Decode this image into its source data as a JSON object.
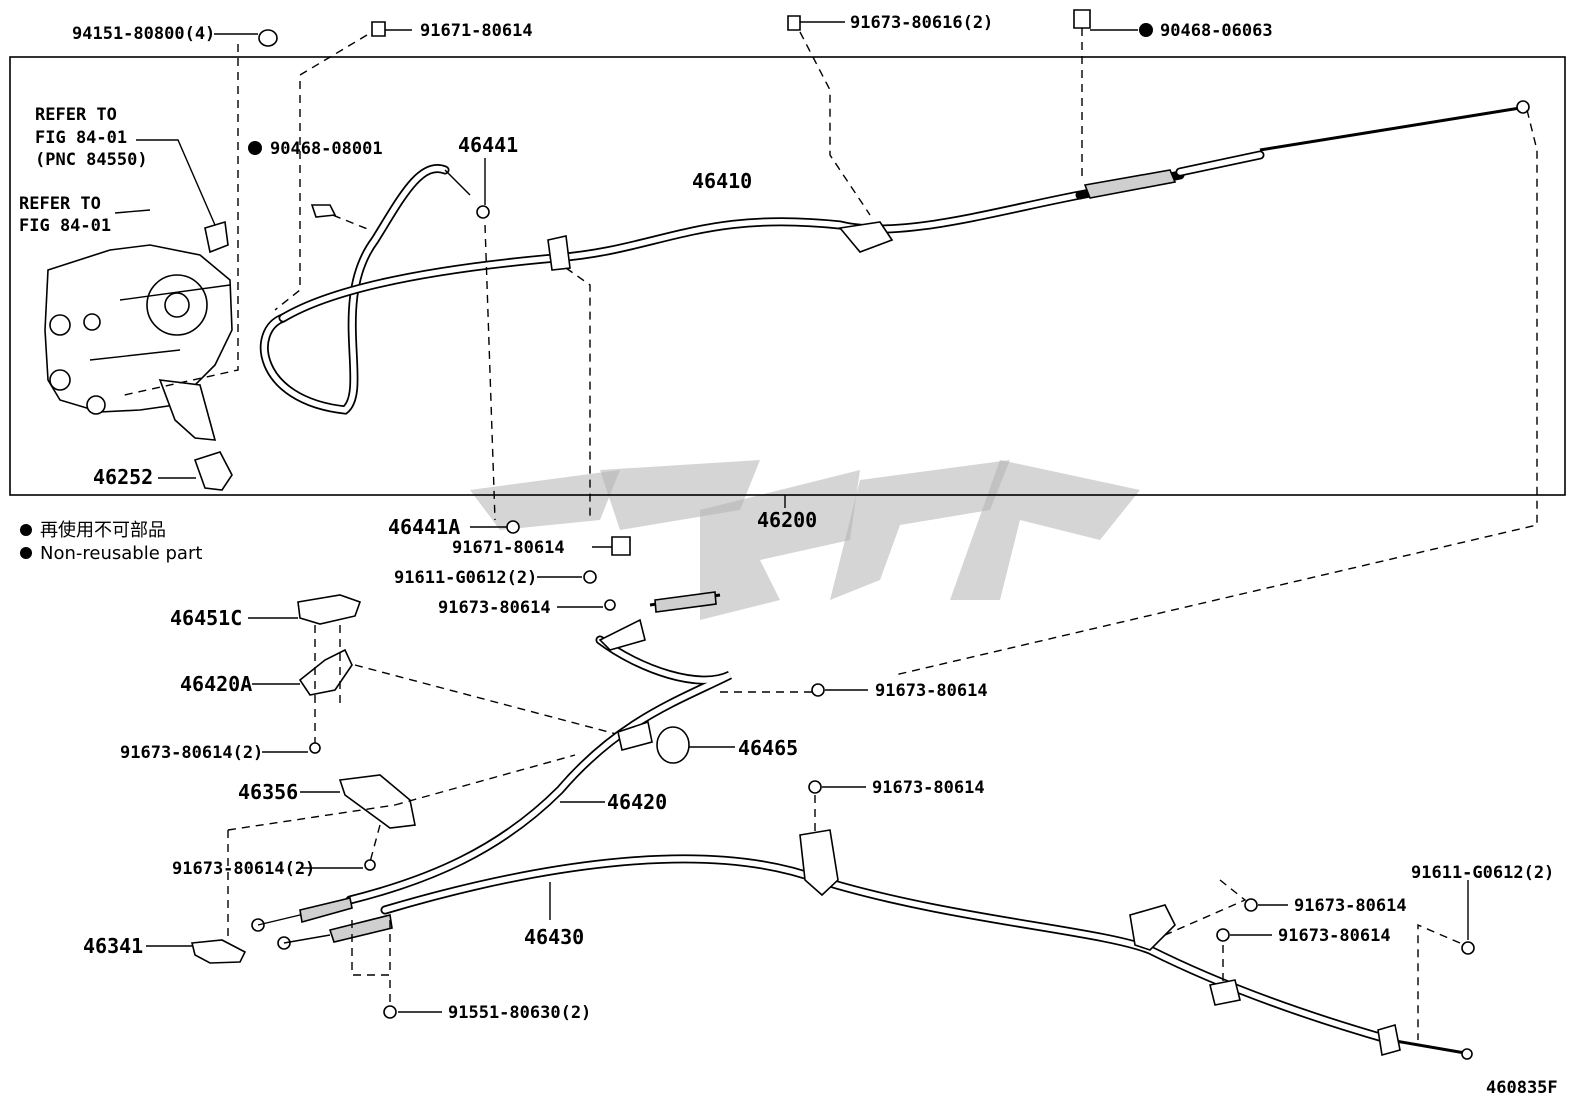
{
  "diagram_id": "460835F",
  "legend": {
    "jp": "再使用不可部品",
    "en": "Non-reusable part"
  },
  "refer1": {
    "line1": "REFER TO",
    "line2": "FIG 84-01",
    "line3": "(PNC 84550)"
  },
  "refer2": {
    "line1": "REFER TO",
    "line2": "FIG 84-01"
  },
  "labels": {
    "p_94151": "94151-80800(4)",
    "p_91671_top": "91671-80614",
    "p_91673_80616": "91673-80616(2)",
    "p_90468_06063": "90468-06063",
    "p_90468_08001": "90468-08001",
    "p_46441": "46441",
    "p_46410": "46410",
    "p_46252": "46252",
    "p_46200": "46200",
    "p_46441A": "46441A",
    "p_91671_mid": "91671-80614",
    "p_91611_left": "91611-G0612(2)",
    "p_91673_a": "91673-80614",
    "p_46451C": "46451C",
    "p_46420A": "46420A",
    "p_91673_b": "91673-80614",
    "p_46465": "46465",
    "p_91673_c2": "91673-80614(2)",
    "p_46356": "46356",
    "p_46420": "46420",
    "p_91673_d": "91673-80614",
    "p_91673_e2": "91673-80614(2)",
    "p_46341": "46341",
    "p_46430": "46430",
    "p_91611_right": "91611-G0612(2)",
    "p_91673_f": "91673-80614",
    "p_91673_g": "91673-80614",
    "p_91551": "91551-80630(2)"
  }
}
